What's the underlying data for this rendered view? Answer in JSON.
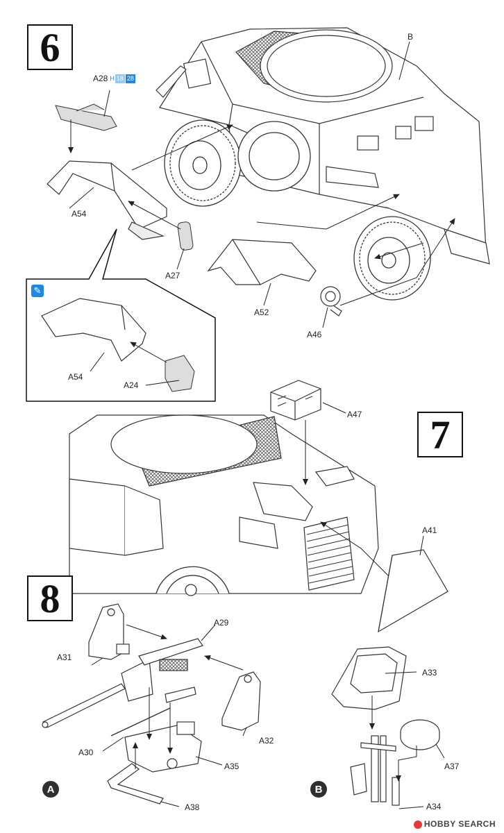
{
  "steps": [
    {
      "number": "6"
    },
    {
      "number": "7"
    },
    {
      "number": "8"
    }
  ],
  "hull_label": "B",
  "part_a28": {
    "label": "A28",
    "badge_h": "H",
    "ref1": "18",
    "ref2": "28"
  },
  "parts": {
    "a54": "A54",
    "a27": "A27",
    "a52": "A52",
    "a46": "A46",
    "a54_detail": "A54",
    "a24": "A24",
    "a47": "A47",
    "a41": "A41",
    "a29": "A29",
    "a31": "A31",
    "a30": "A30",
    "a32": "A32",
    "a35": "A35",
    "a38": "A38",
    "a33": "A33",
    "a37": "A37",
    "a34": "A34"
  },
  "sub_variants": {
    "a": "A",
    "b": "B"
  },
  "tip_icon": "paintbrush-tip-icon",
  "watermark": "HOBBY SEARCH",
  "colors": {
    "line": "#333333",
    "accent": "#1e88e5",
    "mesh": "#555555"
  }
}
